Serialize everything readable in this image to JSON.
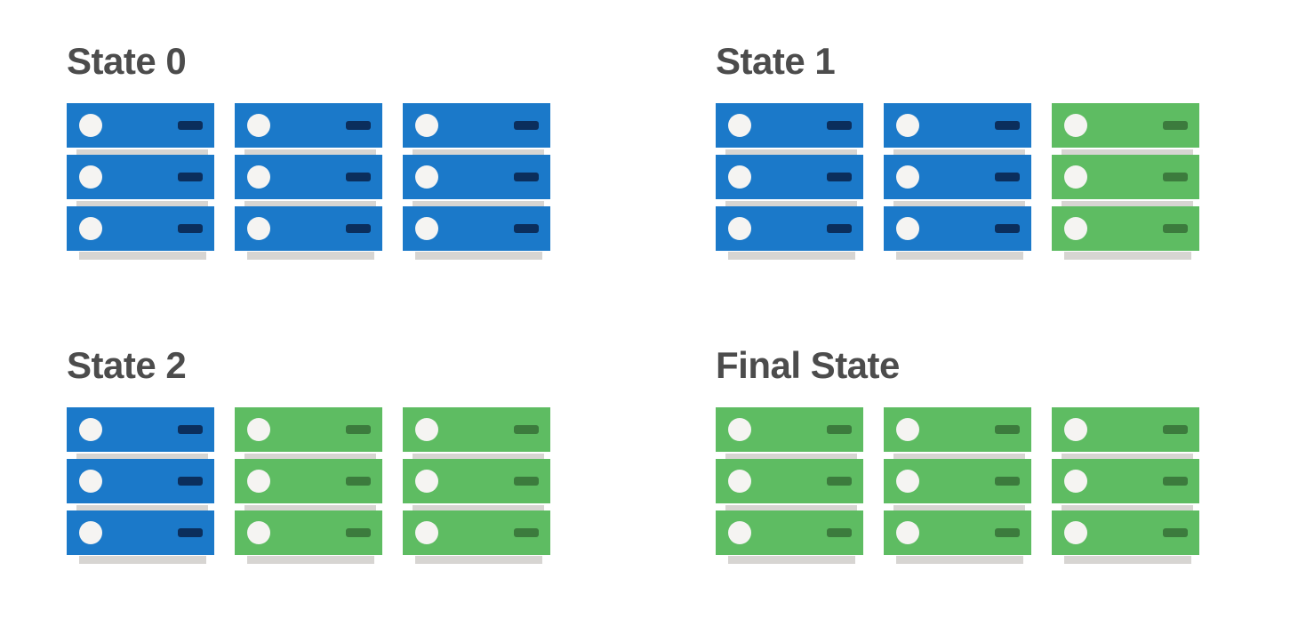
{
  "colors": {
    "background": "#ffffff",
    "title_text": "#4c4c4c",
    "server_blue": "#1b79c9",
    "server_blue_dash": "#0b2e5c",
    "server_green": "#5ebc62",
    "server_green_dash": "#3c7b3d",
    "led_white": "#f5f4f2",
    "shadow_gray": "#d7d5d2"
  },
  "icons": {
    "led": "led-circle-icon",
    "dash": "handle-dash-icon"
  },
  "panels": [
    {
      "title": "State 0",
      "racks": [
        {
          "servers": [
            "blue",
            "blue",
            "blue"
          ]
        },
        {
          "servers": [
            "blue",
            "blue",
            "blue"
          ]
        },
        {
          "servers": [
            "blue",
            "blue",
            "blue"
          ]
        }
      ]
    },
    {
      "title": "State 1",
      "racks": [
        {
          "servers": [
            "blue",
            "blue",
            "blue"
          ]
        },
        {
          "servers": [
            "blue",
            "blue",
            "blue"
          ]
        },
        {
          "servers": [
            "green",
            "green",
            "green"
          ]
        }
      ]
    },
    {
      "title": "State 2",
      "racks": [
        {
          "servers": [
            "blue",
            "blue",
            "blue"
          ]
        },
        {
          "servers": [
            "green",
            "green",
            "green"
          ]
        },
        {
          "servers": [
            "green",
            "green",
            "green"
          ]
        }
      ]
    },
    {
      "title": "Final State",
      "racks": [
        {
          "servers": [
            "green",
            "green",
            "green"
          ]
        },
        {
          "servers": [
            "green",
            "green",
            "green"
          ]
        },
        {
          "servers": [
            "green",
            "green",
            "green"
          ]
        }
      ]
    }
  ]
}
